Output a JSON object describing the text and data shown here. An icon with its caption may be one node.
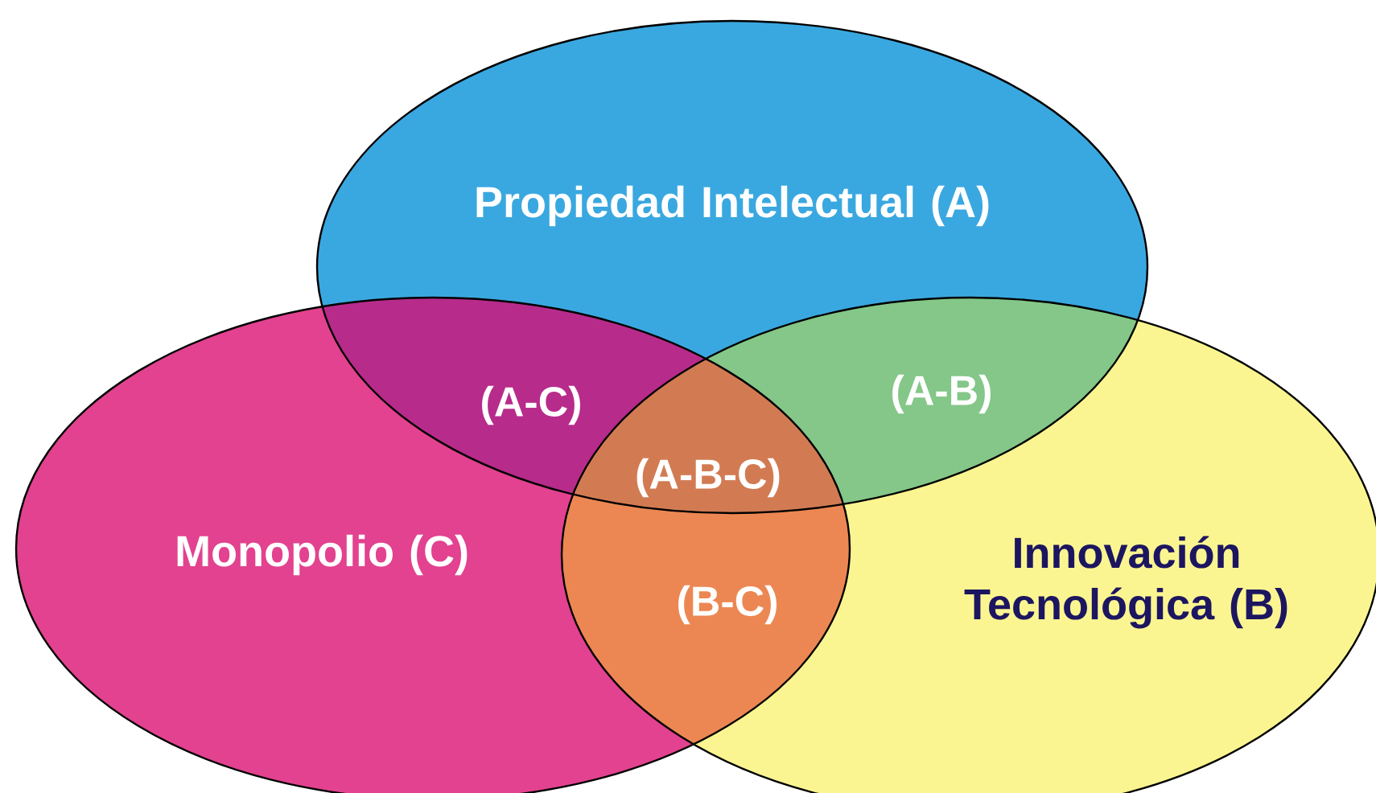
{
  "diagram": {
    "nodes": [
      {
        "text": [
          "Propiedad Intelectual (A)"
        ]
      },
      {
        "text": [
          "Monopolio (C)"
        ]
      },
      {
        "text": [
          "Innovación Tecnológica (B)"
        ]
      }
    ],
    "labels": [
      "(A-C)",
      "(A-B)",
      "(A-B-C)",
      "(B-C)"
    ]
  }
}
